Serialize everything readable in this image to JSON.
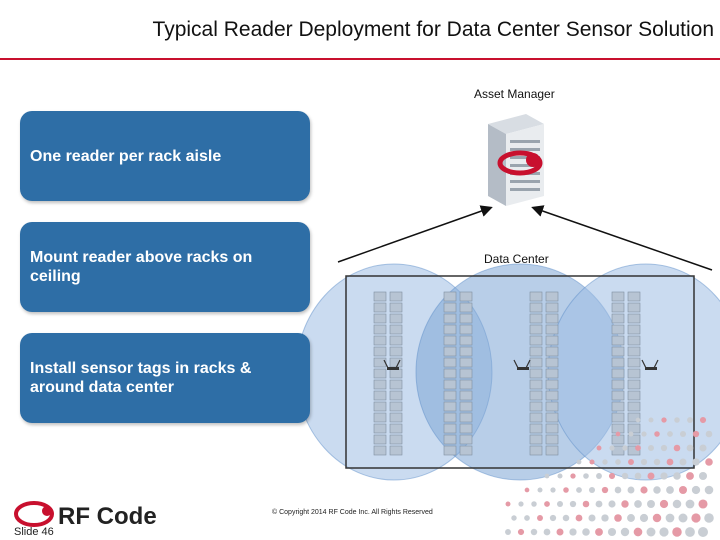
{
  "title": "Typical Reader Deployment for Data Center Sensor Solution",
  "labels": {
    "asset_manager": "Asset Manager",
    "data_center": "Data Center"
  },
  "boxes": [
    {
      "text": "One reader per rack aisle"
    },
    {
      "text": "Mount reader above racks on ceiling"
    },
    {
      "text": "Install sensor tags in racks & around data center"
    }
  ],
  "footer": {
    "copyright": "© Copyright 2014 RF Code Inc.  All Rights Reserved",
    "slide": "Slide 46",
    "logo_text": "RF Code"
  },
  "colors": {
    "accent_red": "#c8102e",
    "box_blue": "#2e6ea6",
    "coverage_blue": "#7ea6d6"
  },
  "icons": [
    "server-icon",
    "reader-icon",
    "rack-icon"
  ]
}
